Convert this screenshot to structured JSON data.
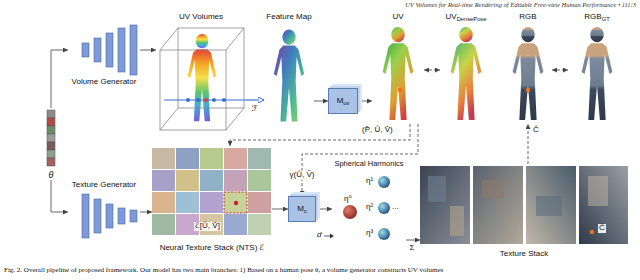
{
  "diagram": {
    "caption": "Fig. 2. Overall pipeline of proposed framework. Our model has two main branches: 1) Based on a human pose θ, a volume generator constructs UV volumes",
    "nodes": [
      {
        "text": [
          "θ"
        ]
      },
      {
        "text": [
          "Volume Generator"
        ]
      },
      {
        "text": [
          "Texture Generator"
        ]
      },
      {
        "text": [
          "UV Volumes"
        ]
      },
      {
        "text": [
          "Feature Map"
        ]
      },
      {
        "text": [
          "M",
          "uv"
        ]
      },
      {
        "text": [
          "UV"
        ]
      },
      {
        "text": [
          "UV",
          "DensePose"
        ]
      },
      {
        "text": [
          "RGB"
        ]
      },
      {
        "text": [
          "RGB",
          "GT"
        ]
      },
      {
        "text": [
          "Neural Texture Stack (NTS) ℰ"
        ]
      },
      {
        "text": [
          "M",
          "c"
        ]
      },
      {
        "text": [
          "Spherical Harmonics"
        ]
      },
      {
        "text": [
          "Texture Stack"
        ]
      }
    ],
    "edges": [
      {
        "from": 0,
        "to": 1,
        "arrow": "to"
      },
      {
        "from": 0,
        "to": 2,
        "arrow": "to"
      },
      {
        "from": 1,
        "to": 3,
        "arrow": "to"
      },
      {
        "from": 2,
        "to": 10,
        "arrow": "to"
      },
      {
        "from": 3,
        "to": 4,
        "label": "ℱ",
        "arrow": "to"
      },
      {
        "from": 4,
        "to": 5,
        "arrow": "to"
      },
      {
        "from": 5,
        "to": 6,
        "arrow": "to"
      },
      {
        "from": 6,
        "to": 7,
        "arrow": "both"
      },
      {
        "from": 8,
        "to": 9,
        "arrow": "both"
      },
      {
        "from": 6,
        "to": 10,
        "arrow": "to"
      },
      {
        "from": 6,
        "to": 11,
        "label": "γ(Û, V̂)",
        "arrow": "to"
      },
      {
        "from": 10,
        "to": 11,
        "arrow": "to"
      },
      {
        "from": 11,
        "to": 12,
        "arrow": "to"
      },
      {
        "from": 12,
        "to": 13,
        "label": "Σ",
        "arrow": "to"
      },
      {
        "from": 13,
        "to": 8,
        "arrow": "to"
      }
    ],
    "labels": [
      "UV Volumes for Real-time Rendering of Editable Free-view Human Performance • 111:3",
      "(P̂, Û, V̂)",
      "Ĉ",
      "ℰ[Û, V̂]",
      "η⁰",
      "η¹",
      "η²",
      "η³",
      "...",
      "d",
      "Ĉ"
    ]
  }
}
